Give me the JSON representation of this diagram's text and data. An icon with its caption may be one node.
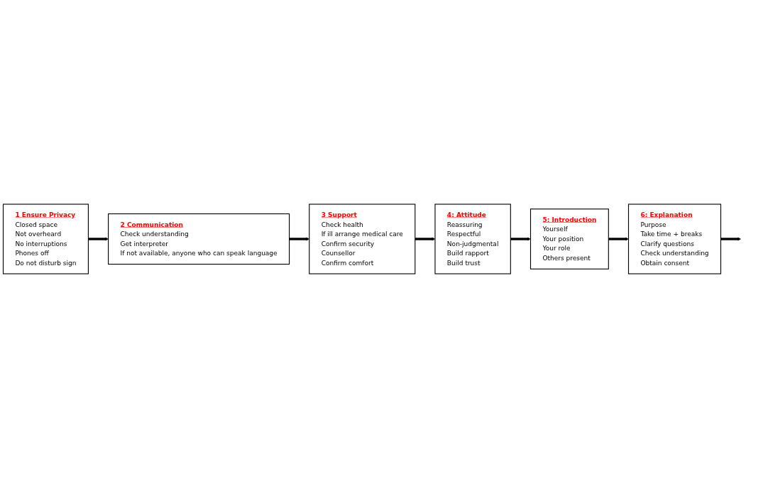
{
  "diagram": {
    "nodes": [
      {
        "text": [
          "1 Ensure Privacy",
          "Closed space",
          "Not overheard",
          "No interruptions",
          "Phones off",
          "Do not disturb sign"
        ]
      },
      {
        "text": [
          "2 Communication",
          "Check understanding",
          "Get interpreter",
          "If not available, anyone who can speak language"
        ]
      },
      {
        "text": [
          "3 Support",
          "Check health",
          "If ill arrange medical care",
          "Confirm security",
          "Counsellor",
          "Confirm comfort"
        ]
      },
      {
        "text": [
          "4: Attitude",
          "Reassuring",
          "Respectful",
          "Non-judgmental",
          "Build rapport",
          "Build trust"
        ]
      },
      {
        "text": [
          "5: Introduction",
          "Yourself",
          "Your position",
          "Your role",
          "Others present"
        ]
      },
      {
        "text": [
          "6: Explanation",
          "Purpose",
          "Take time + breaks",
          "Clarify questions",
          "Check understanding",
          "Obtain consent"
        ]
      }
    ],
    "edges": [
      {
        "from": 0,
        "to": 1,
        "arrow": "to"
      },
      {
        "from": 1,
        "to": 2,
        "arrow": "to"
      },
      {
        "from": 2,
        "to": 3,
        "arrow": "to"
      },
      {
        "from": 3,
        "to": 4,
        "arrow": "to"
      },
      {
        "from": 4,
        "to": 5,
        "arrow": "to"
      },
      {
        "from": 5,
        "to": null,
        "arrow": "to"
      }
    ]
  }
}
